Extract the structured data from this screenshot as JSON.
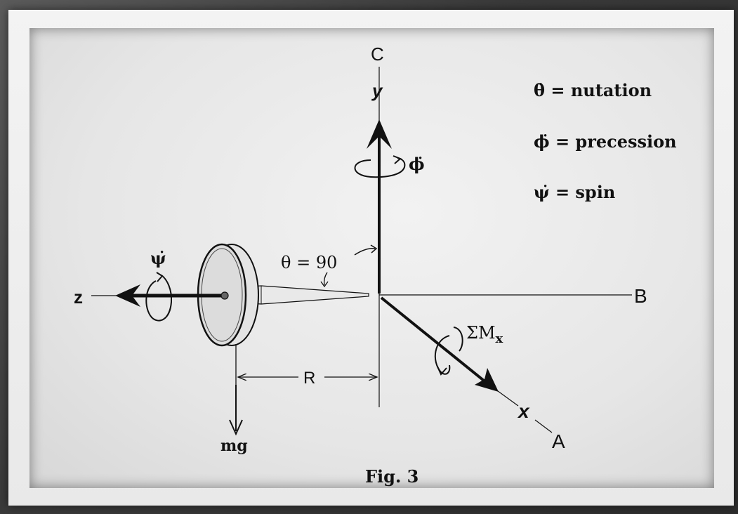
{
  "diagram": {
    "axes": {
      "c_label": "C",
      "y_label": "y",
      "z_label": "z",
      "b_label": "B",
      "x_label": "x",
      "a_label": "A"
    },
    "legend": {
      "nutation": "θ̇ = nutation",
      "precession": "ϕ̇ = precession",
      "spin": "ψ̇ = spin"
    },
    "labels": {
      "phi_dot": "ϕ̇",
      "psi_dot": "ψ̇",
      "theta_eq": "θ = 90",
      "sum_moment": "ΣM",
      "sum_moment_sub": "x",
      "r_dim": "R",
      "weight": "mg",
      "caption": "Fig. 3"
    }
  }
}
